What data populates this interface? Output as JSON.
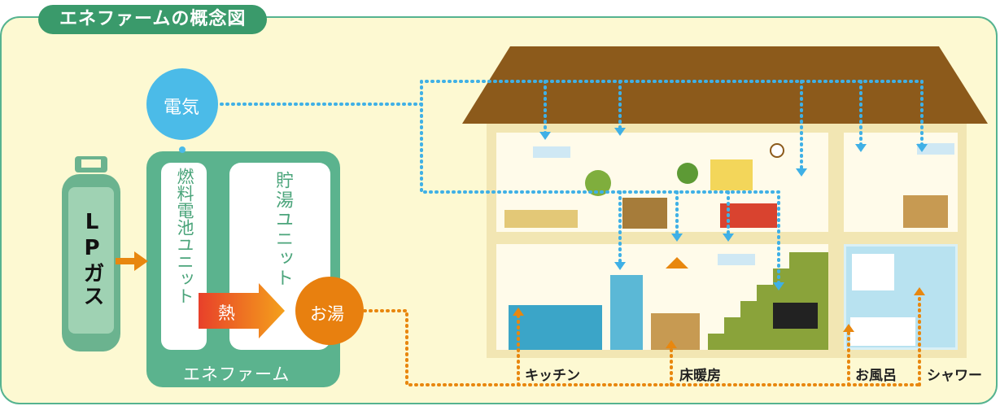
{
  "title": "エネファームの概念図",
  "labels": {
    "electricity": "電気",
    "lp_gas": "LPガス",
    "fuel_cell_unit": "燃料電池ユニット",
    "storage_unit": "貯湯ユニット",
    "heat": "熱",
    "hot_water": "お湯",
    "enefarm": "エネファーム",
    "kitchen": "キッチン",
    "floor_heating": "床暖房",
    "bath": "お風呂",
    "shower": "シャワー"
  },
  "colors": {
    "panel_bg": "#fdf9d2",
    "green": "#55b390",
    "electric_line": "#3fb0e6",
    "hot_water_line": "#e8870f",
    "roof": "#8c5a1b",
    "wall": "#f2e6b3"
  }
}
